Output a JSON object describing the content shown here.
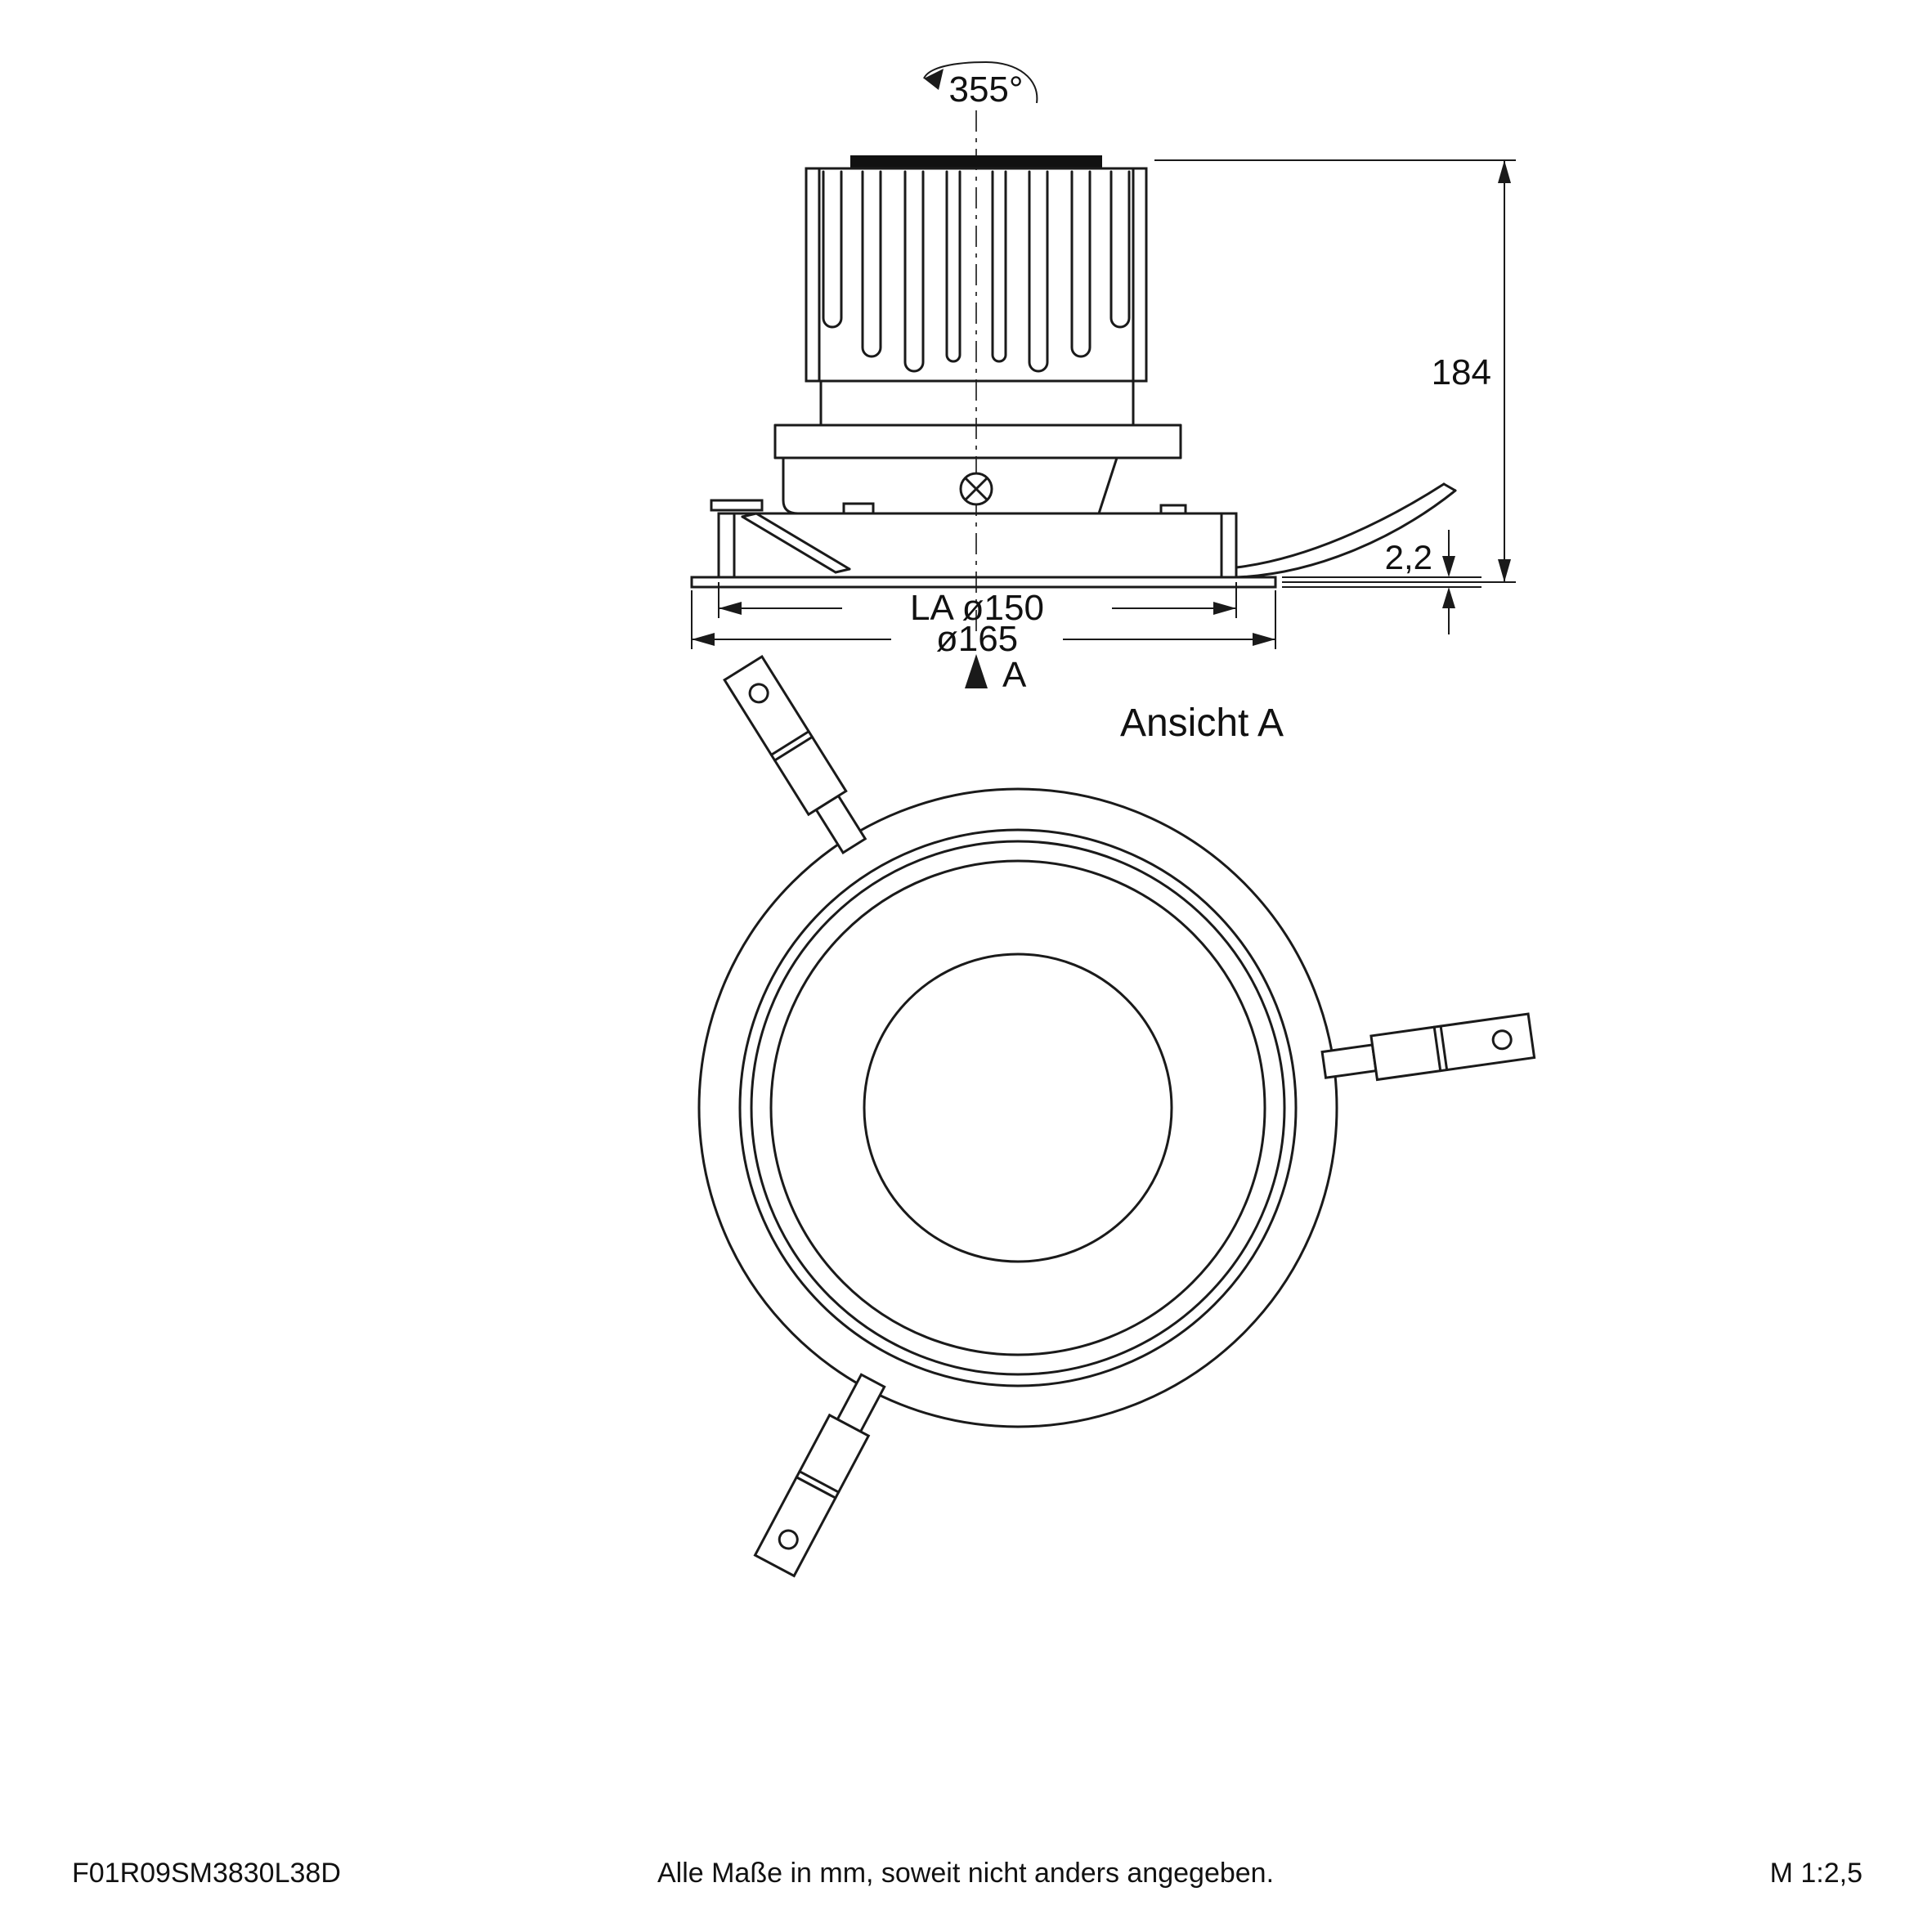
{
  "page": {
    "background": "#ffffff",
    "line_color": "#1a1a1a"
  },
  "side_view": {
    "rotation_label": "355°",
    "height_label": "184",
    "flange_thickness_label": "2,2",
    "cutout_diameter_label": "LA ø150",
    "outer_diameter_label": "ø165",
    "view_arrow_label": "A"
  },
  "front_view": {
    "title": "Ansicht A"
  },
  "footer": {
    "article_code": "F01R09SM3830L38D",
    "note": "Alle Maße in mm, soweit nicht anders angegeben.",
    "scale": "M 1:2,5"
  }
}
